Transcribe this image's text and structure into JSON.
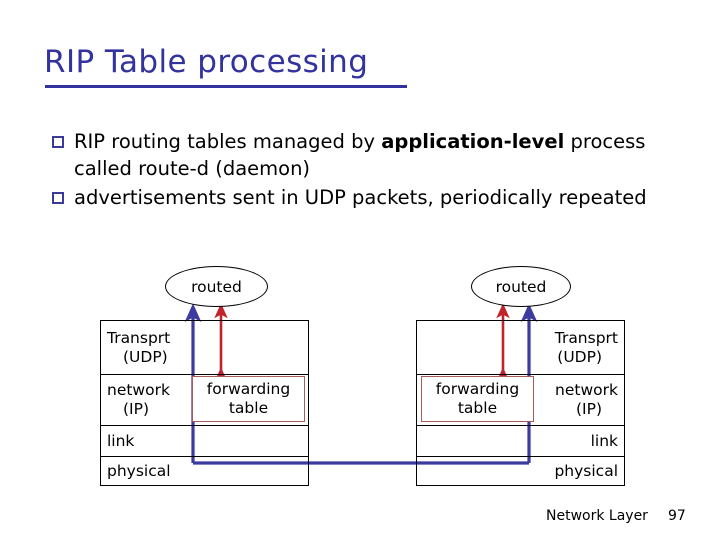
{
  "slide": {
    "title": "RIP Table processing",
    "title_color": "#3333a0",
    "bullets": [
      {
        "marker": "square-outline",
        "text_before": "RIP routing tables managed by ",
        "bold": "application-level",
        "text_after": " process called route-d (daemon)"
      },
      {
        "marker": "square-outline",
        "text_before": "advertisements sent in UDP packets, periodically repeated",
        "bold": "",
        "text_after": ""
      }
    ]
  },
  "diagram": {
    "left_stack": {
      "process_label": "routed",
      "rows": [
        {
          "line1": "Transprt",
          "line2": "(UDP)"
        },
        {
          "line1": "network",
          "line2": "(IP)"
        },
        {
          "line1": "link",
          "line2": ""
        },
        {
          "line1": "physical",
          "line2": ""
        }
      ],
      "forwarding_table": {
        "line1": "forwarding",
        "line2": "table"
      }
    },
    "right_stack": {
      "process_label": "routed",
      "rows": [
        {
          "line1": "Transprt",
          "line2": "(UDP)"
        },
        {
          "line1": "network",
          "line2": "(IP)"
        },
        {
          "line1": "link",
          "line2": ""
        },
        {
          "line1": "physical",
          "line2": ""
        }
      ],
      "forwarding_table": {
        "line1": "forwarding",
        "line2": "table"
      }
    },
    "colors": {
      "arrow_blue": "#3b3b9e",
      "arrow_red": "#c0242a",
      "box_border": "#000000",
      "fwd_border": "#a85b5b"
    }
  },
  "footer": {
    "label": "Network Layer",
    "page": "97"
  }
}
